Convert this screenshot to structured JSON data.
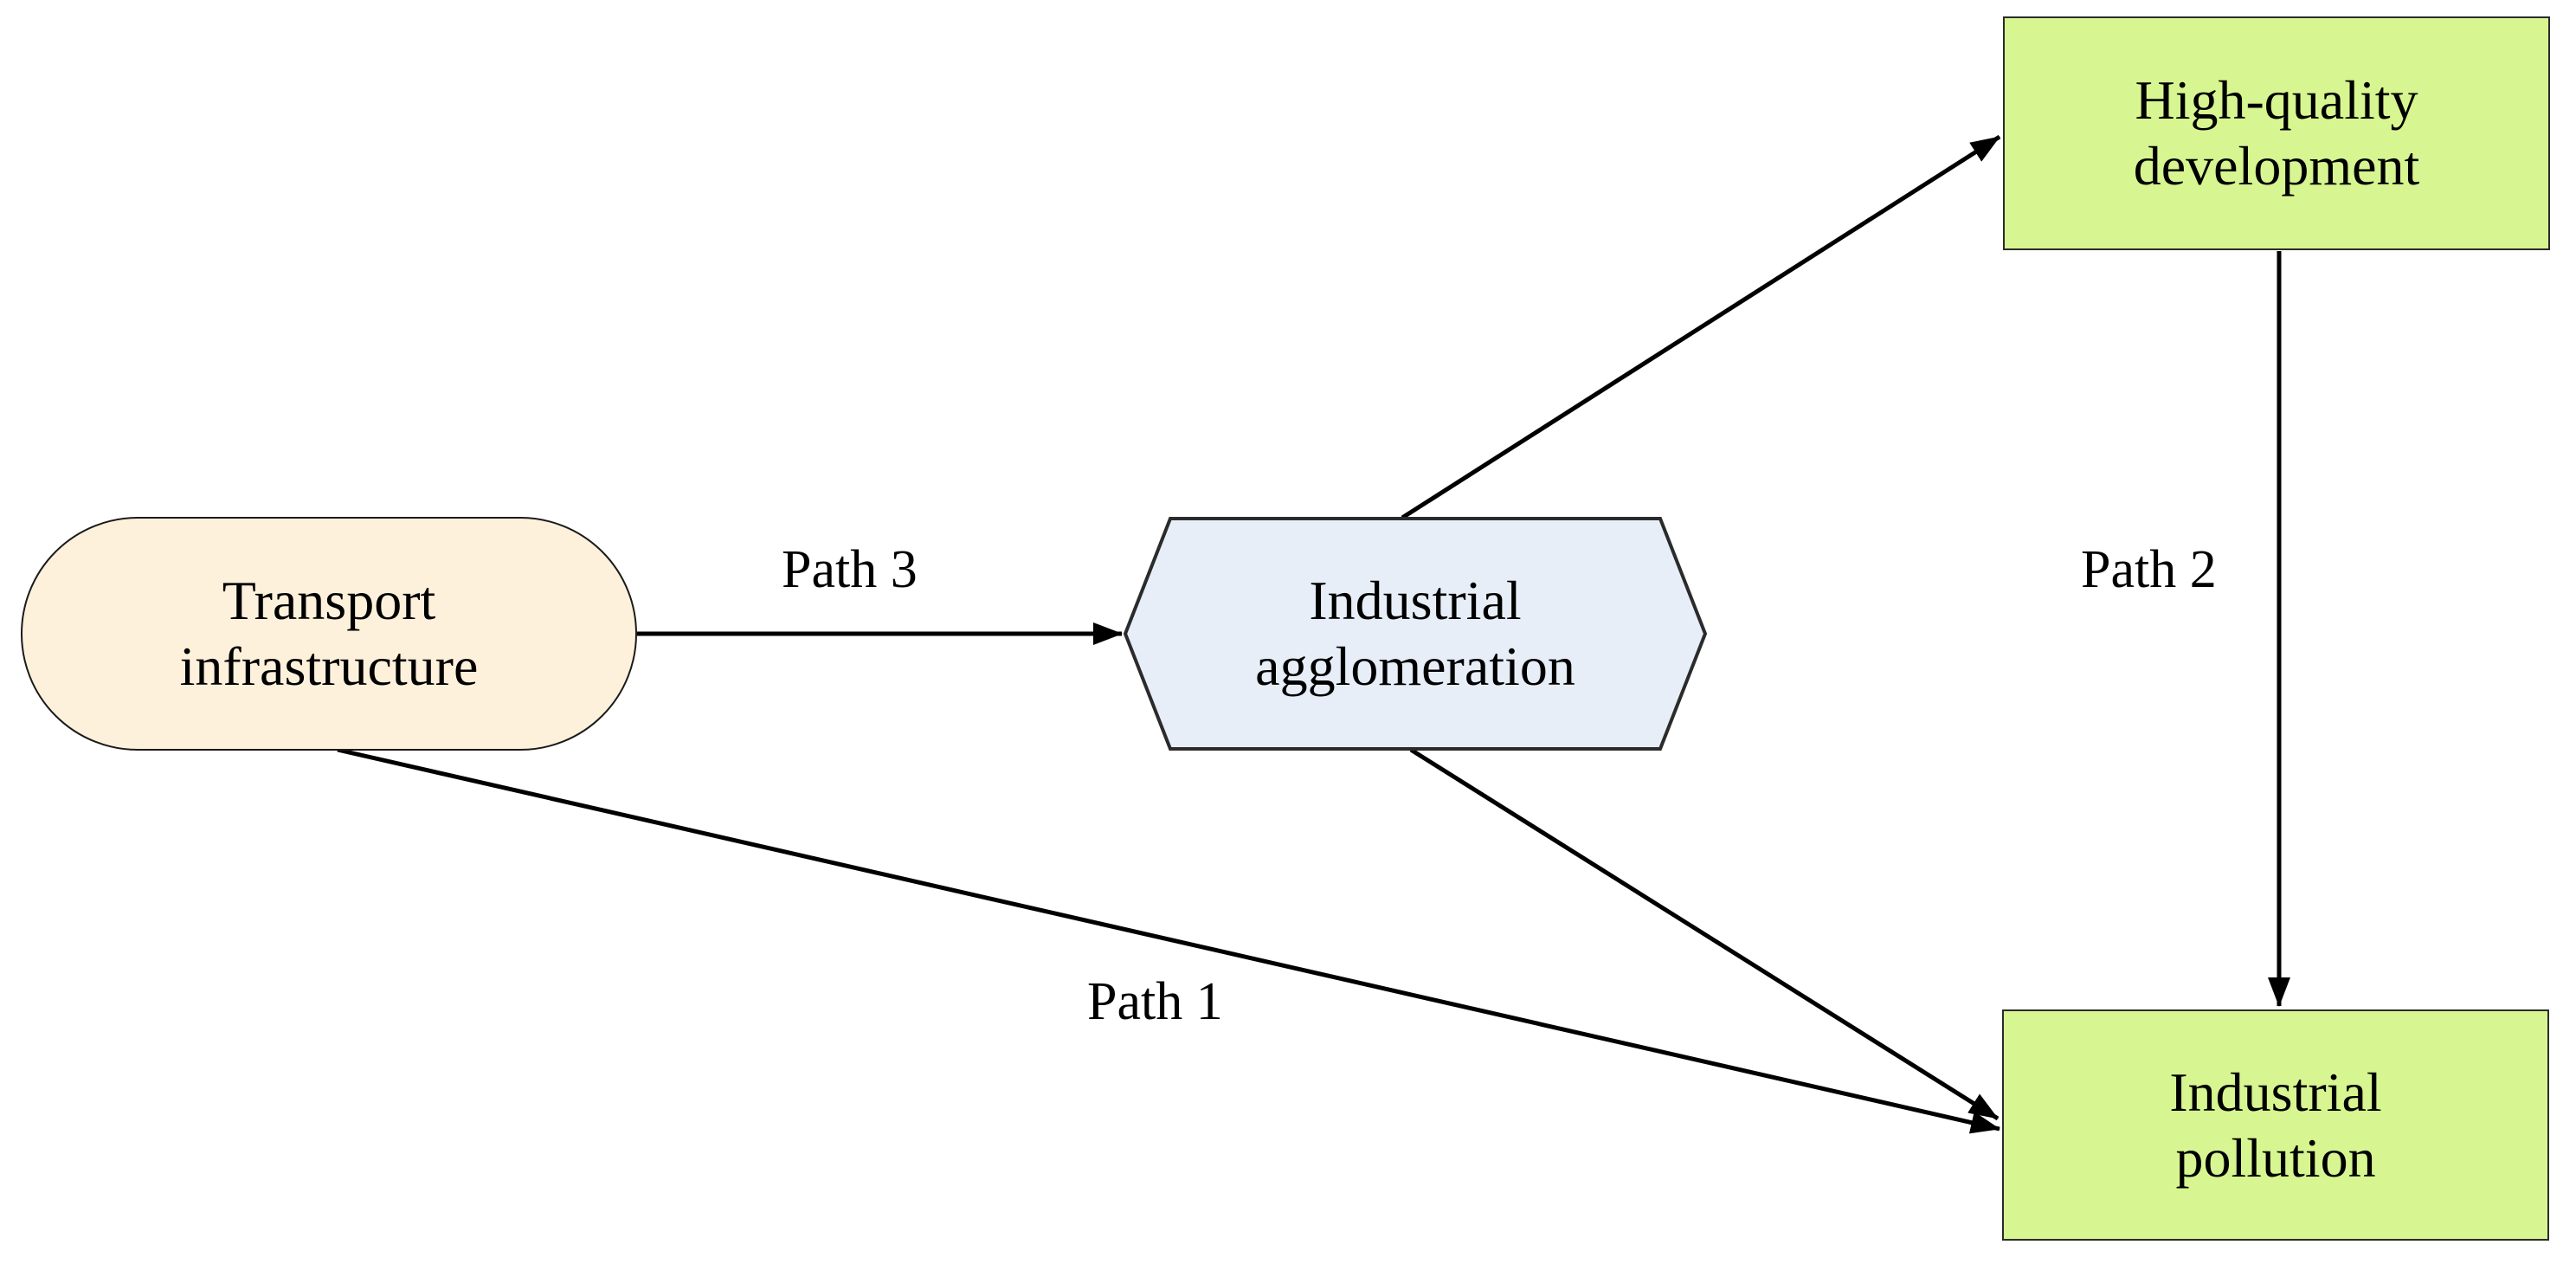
{
  "diagram": {
    "type": "flowchart",
    "background_color": "#ffffff",
    "nodes": [
      {
        "id": "transport",
        "label": "Transport\ninfrastructure",
        "shape": "stadium",
        "fill": "#fdf1dc",
        "stroke": "#1b1b1b"
      },
      {
        "id": "agglomeration",
        "label": "Industrial\nagglomeration",
        "shape": "hexagon",
        "fill": "#e7eef8",
        "stroke": "#2b2b2b"
      },
      {
        "id": "hqd",
        "label": "High-quality\ndevelopment",
        "shape": "rectangle",
        "fill": "#d7f590",
        "stroke": "#2b2b2b"
      },
      {
        "id": "pollution",
        "label": "Industrial\npollution",
        "shape": "rectangle",
        "fill": "#d7f590",
        "stroke": "#2b2b2b"
      }
    ],
    "edges": [
      {
        "id": "path3",
        "label": "Path 3",
        "from": "transport",
        "to": "agglomeration",
        "arrow": "single"
      },
      {
        "id": "path1",
        "label": "Path 1",
        "from": "transport",
        "to": "pollution",
        "arrow": "single"
      },
      {
        "id": "path2",
        "label": "Path 2",
        "from": "hqd",
        "to": "pollution",
        "arrow": "single"
      },
      {
        "id": "agglomeration-to-hqd",
        "label": "",
        "from": "agglomeration",
        "to": "hqd",
        "arrow": "single"
      },
      {
        "id": "agglomeration-to-pollution",
        "label": "",
        "from": "agglomeration",
        "to": "pollution",
        "arrow": "single"
      }
    ]
  }
}
